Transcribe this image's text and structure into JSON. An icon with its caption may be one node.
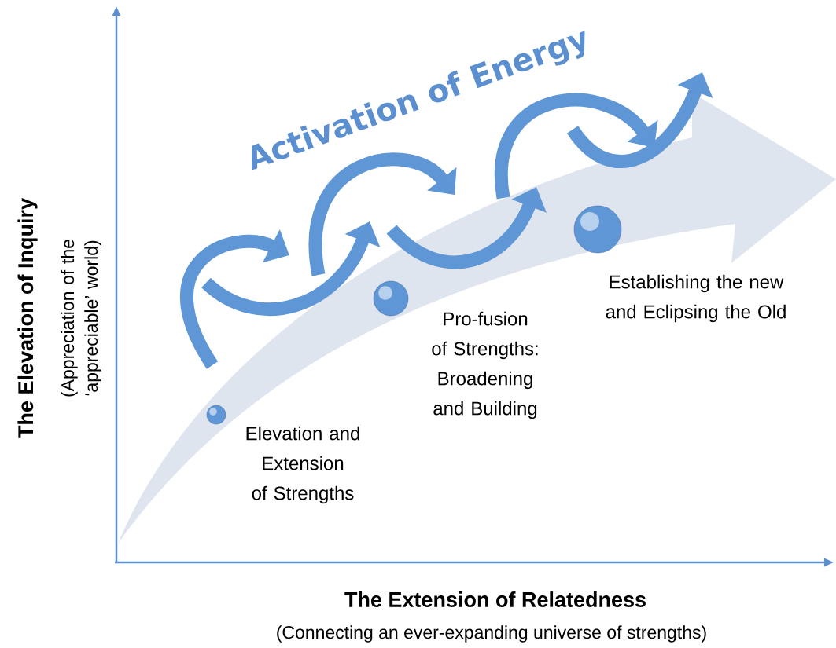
{
  "diagram": {
    "nodes": [
      {
        "text": [],
        "shape": "circle",
        "beside": [
          "Elevation and Extension of Strengths"
        ]
      },
      {
        "text": [],
        "shape": "circle",
        "beside": [
          "Pro-fusion of Strengths: Broadening and Building"
        ]
      },
      {
        "text": [],
        "shape": "circle",
        "beside": [
          "Establishing the new and Eclipsing the Old"
        ]
      }
    ],
    "labels": [
      "Activation of Energy",
      "The Elevation of Inquiry",
      "(Appreciation of the ‘appreciable’ world)",
      "The Extension of Relatedness",
      "(Connecting an ever-expanding universe of strengths)"
    ]
  }
}
